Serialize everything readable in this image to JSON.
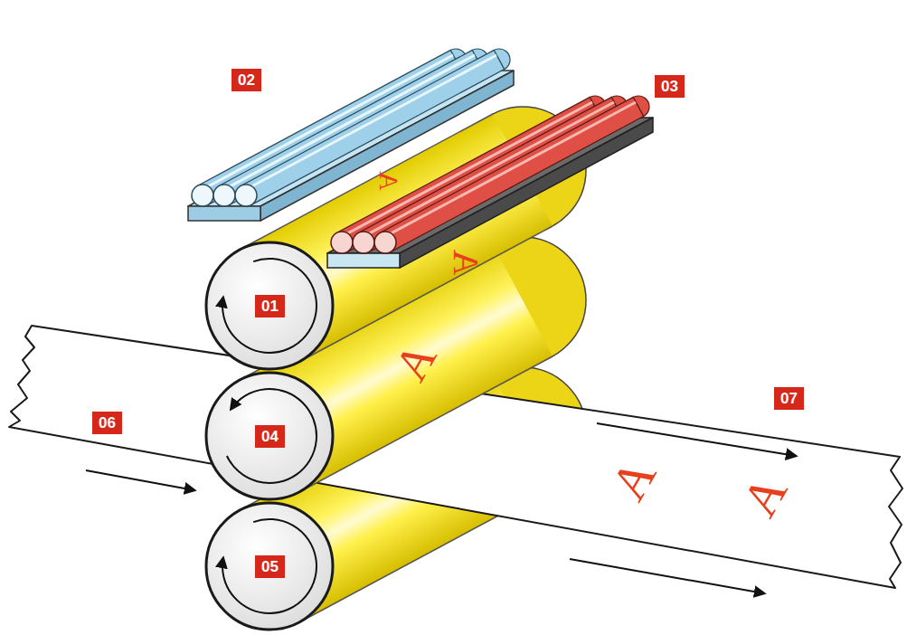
{
  "diagram": {
    "labels": [
      "02",
      "03",
      "01",
      "06",
      "04",
      "07",
      "05",
      "A",
      "A",
      "A",
      "A",
      "A"
    ]
  }
}
